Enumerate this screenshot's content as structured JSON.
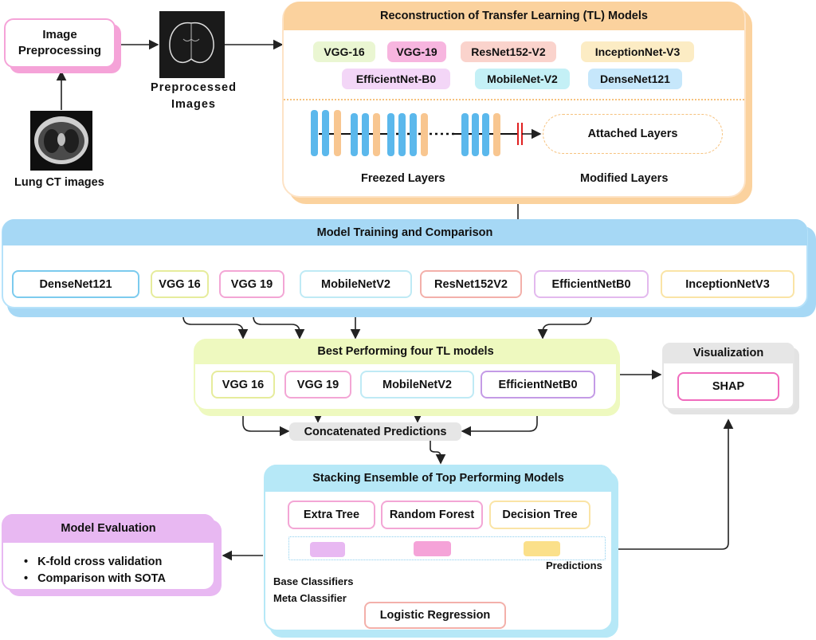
{
  "preprocessing": {
    "title": "Image\nPreprocessing",
    "preprocessed_label": "Preprocessed\nImages",
    "ct_label": "Lung CT images"
  },
  "reconstruction": {
    "title": "Reconstruction of Transfer Learning (TL) Models",
    "models": [
      "VGG-16",
      "VGG-19",
      "ResNet152-V2",
      "InceptionNet-V3",
      "EfficientNet-B0",
      "MobileNet-V2",
      "DenseNet121"
    ],
    "attached_layers": "Attached Layers",
    "freezed_layers": "Freezed Layers",
    "modified_layers": "Modified Layers"
  },
  "training": {
    "title": "Model Training and Comparison",
    "models": [
      "DenseNet121",
      "VGG 16",
      "VGG 19",
      "MobileNetV2",
      "ResNet152V2",
      "EfficientNetB0",
      "InceptionNetV3"
    ]
  },
  "best": {
    "title": "Best Performing four TL models",
    "models": [
      "VGG 16",
      "VGG 19",
      "MobileNetV2",
      "EfficientNetB0"
    ],
    "concatenated": "Concatenated Predictions"
  },
  "visualization": {
    "title": "Visualization",
    "method": "SHAP"
  },
  "stacking": {
    "title": "Stacking Ensemble of Top Performing Models",
    "base_models": [
      "Extra Tree",
      "Random Forest",
      "Decision Tree"
    ],
    "predictions": "Predictions",
    "base_classifiers": "Base Classifiers",
    "meta_classifier": "Meta Classifier",
    "meta_model": "Logistic Regression"
  },
  "evaluation": {
    "title": "Model Evaluation",
    "items": [
      "K-fold cross validation",
      "Comparison with SOTA"
    ]
  },
  "colors": {
    "pink": "#f5a3d8",
    "orange_light": "#fde3c6",
    "orange_bar": "#fbd29e",
    "blue_light": "#b6e2fa",
    "blue_bar": "#a6d8f5",
    "green_light": "#eef9bf",
    "purple": "#e8b8f2",
    "layer_blue": "#5bb8ec",
    "layer_orange": "#f8c690"
  }
}
